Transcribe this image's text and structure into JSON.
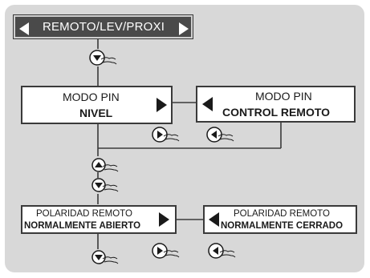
{
  "header": {
    "label": "REMOTO/LEV/PROXI"
  },
  "pin_nivel": {
    "line1": "MODO PIN",
    "line2": "NIVEL"
  },
  "pin_control": {
    "line1": "MODO PIN",
    "line2": "CONTROL REMOTO"
  },
  "pol_abierto": {
    "line1": "POLARIDAD REMOTO",
    "line2": "NORMALMENTE ABIERTO"
  },
  "pol_cerrado": {
    "line1": "POLARIDAD REMOTO",
    "line2": "NORMALMENTE CERRADO"
  },
  "colors": {
    "panel": "#d8d8d8",
    "header_bg": "#4a4a4a",
    "line": "#3a3a3a"
  },
  "icons": [
    "press-down-icon",
    "press-up-icon",
    "press-right-icon",
    "press-left-icon",
    "hand-pointer-icon"
  ]
}
